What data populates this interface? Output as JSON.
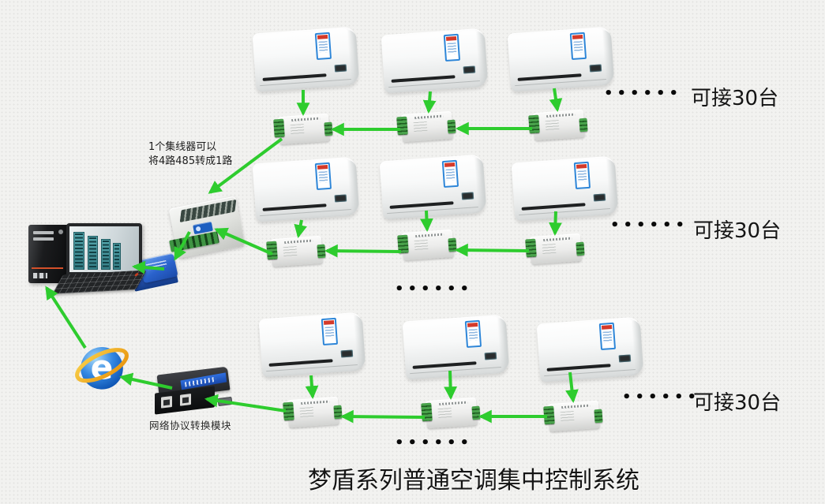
{
  "title": "梦盾系列普通空调集中控制系统",
  "annotations": {
    "hub_note_line1": "1个集线器可以",
    "hub_note_line2": "将4路485转成1路",
    "network_module_label": "网络协议转换模块"
  },
  "rows": [
    {
      "dots": "••••••",
      "capacity_label": "可接30台"
    },
    {
      "dots": "••••••",
      "capacity_label": "可接30台"
    },
    {
      "dots": "••••••",
      "capacity_label": "可接30台"
    }
  ],
  "separators": {
    "middle_dots": "••••••",
    "bottom_dots": "••••••"
  },
  "icons": {
    "computer": "desktop-computer",
    "browser": "internet-explorer-logo",
    "hub": "rs485-hub-device",
    "converter": "usb-to-rs485-converter",
    "network_module": "network-protocol-converter",
    "air_conditioner": "wall-mounted-ac-unit",
    "controller": "ac-controller-module",
    "arrow": "green-connection-arrow"
  },
  "colors": {
    "arrow_green": "#2ecc2e",
    "background": "#f2f2f0",
    "ie_blue": "#2277d8",
    "ie_gold": "#efa11c",
    "terminal_green": "#3f9443",
    "sticker_blue": "#2e86d8",
    "label_stripe_blue": "#2f6fe0",
    "text_color": "#141414"
  }
}
